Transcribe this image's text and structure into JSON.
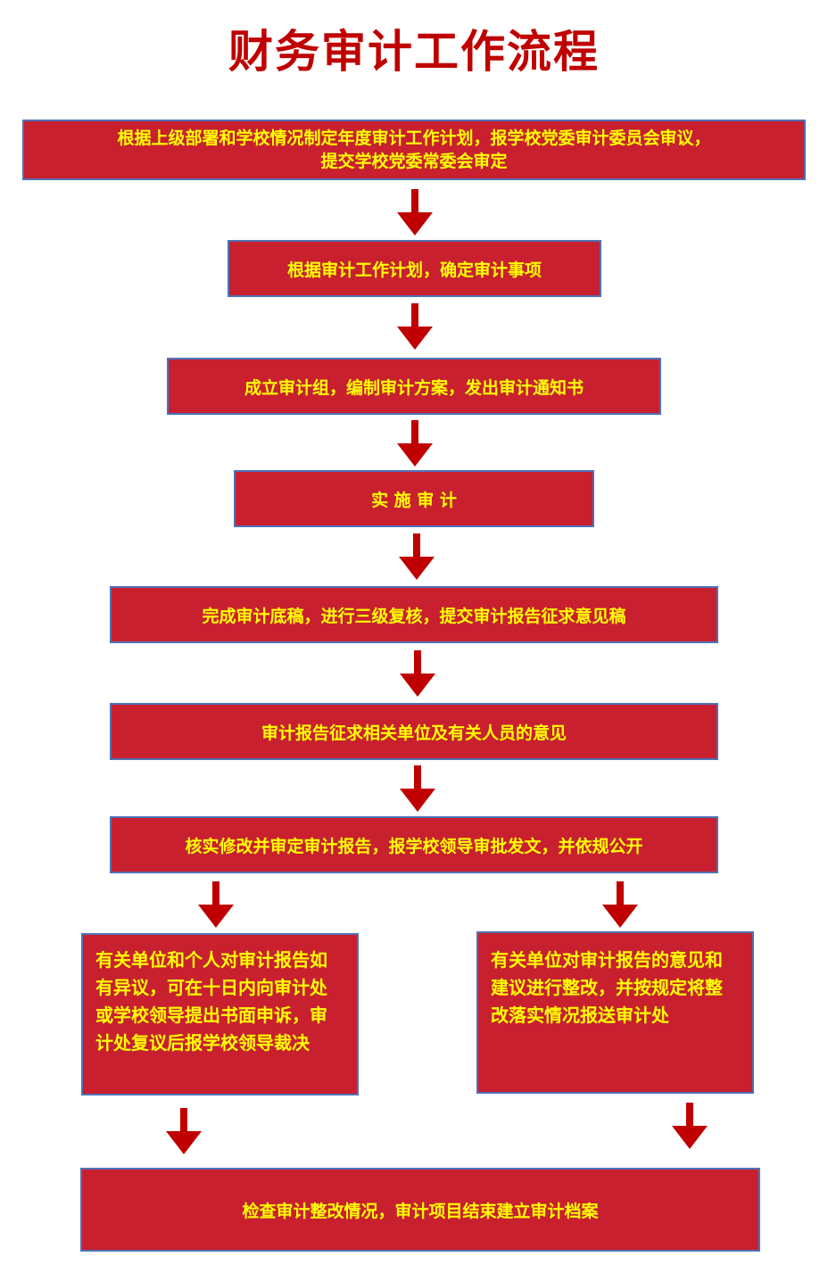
{
  "title": "财务审计工作流程",
  "colors": {
    "box_fill": "#c8202f",
    "box_border": "#4f72b8",
    "box_text": "#ffff00",
    "title": "#c00000",
    "arrow": "#c00000"
  },
  "steps": [
    {
      "line1": "根据上级部署和学校情况制定年度审计工作计划，报学校党委审计委员会审议，",
      "line2": "提交学校党委常委会审定"
    },
    {
      "text": "根据审计工作计划，确定审计事项"
    },
    {
      "text": "成立审计组，编制审计方案，发出审计通知书"
    },
    {
      "text": "实 施 审 计"
    },
    {
      "text": "完成审计底稿，进行三级复核，提交审计报告征求意见稿"
    },
    {
      "text": "审计报告征求相关单位及有关人员的意见"
    },
    {
      "text": "核实修改并审定审计报告，报学校领导审批发文，并依规公开"
    }
  ],
  "branches": {
    "left": {
      "text": "有关单位和个人对审计报告如有异议，可在十日内向审计处或学校领导提出书面申诉，审计处复议后报学校领导裁决"
    },
    "right": {
      "text": "有关单位对审计报告的意见和建议进行整改，并按规定将整改落实情况报送审计处"
    }
  },
  "final": {
    "text": "检查审计整改情况，审计项目结束建立审计档案"
  },
  "icons": {
    "arrow": "arrow-down-icon"
  }
}
